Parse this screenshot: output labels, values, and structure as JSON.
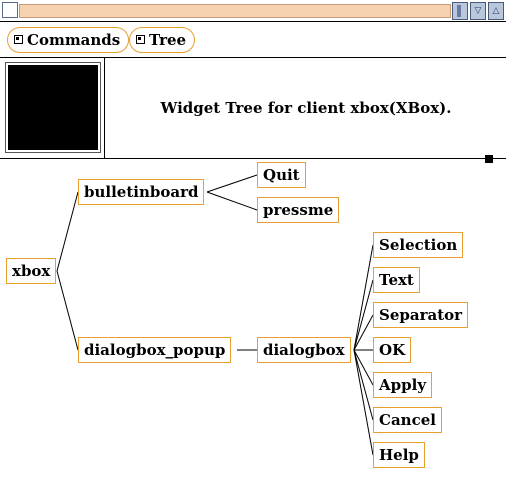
{
  "menubar": {
    "commands_label": "Commands",
    "tree_label": "Tree"
  },
  "info": {
    "label": "Widget Tree for client xbox(XBox)."
  },
  "tree": {
    "root": "xbox",
    "bulletinboard": "bulletinboard",
    "quit": "Quit",
    "pressme": "pressme",
    "dialogbox_popup": "dialogbox_popup",
    "dialogbox": "dialogbox",
    "selection": "Selection",
    "text": "Text",
    "separator": "Separator",
    "ok": "OK",
    "apply": "Apply",
    "cancel": "Cancel",
    "help": "Help"
  },
  "colors": {
    "node_border": "#e8a030",
    "titlebar_fill": "#f7d2b0",
    "panner": "#000000"
  }
}
